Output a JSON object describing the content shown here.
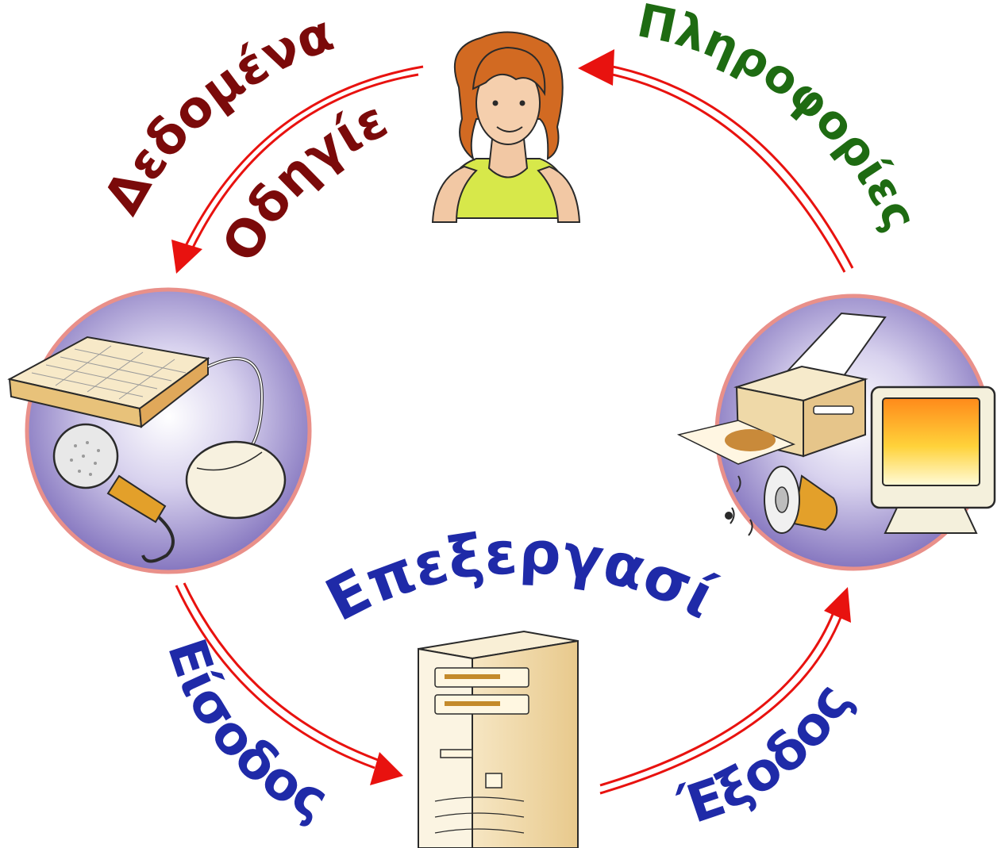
{
  "labels": {
    "data": "Δεδομένα",
    "instructions": "Οδηγίες",
    "information": "Πληροφορίες",
    "processing": "Επεξεργασία",
    "input": "Είσοδος",
    "output": "Έξοδος"
  },
  "colors": {
    "data_label": "#7b0a0a",
    "information_label": "#1e6b12",
    "process_label": "#1f2aa8",
    "arrow": "#e8120f",
    "disc_fill": "#8a7fc4",
    "disc_rim": "#e9908a"
  },
  "nodes": [
    {
      "role": "user",
      "icon": "person-icon"
    },
    {
      "role": "input",
      "icon": "input-devices-icon"
    },
    {
      "role": "processing",
      "icon": "computer-tower-icon"
    },
    {
      "role": "output",
      "icon": "output-devices-icon"
    }
  ]
}
